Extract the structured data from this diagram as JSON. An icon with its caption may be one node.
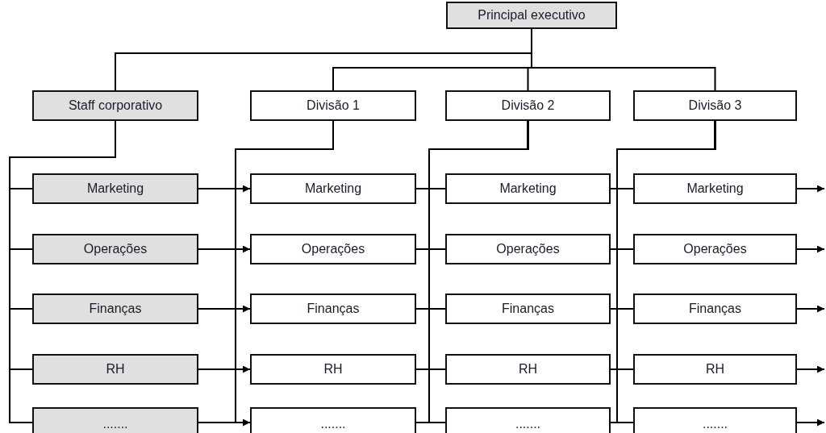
{
  "diagram": {
    "nodes": [
      {
        "text": [
          "Principal executivo"
        ]
      },
      {
        "text": [
          "Staff corporativo"
        ]
      },
      {
        "text": [
          "Divisão 1"
        ]
      },
      {
        "text": [
          "Divisão 2"
        ]
      },
      {
        "text": [
          "Divisão 3"
        ]
      },
      {
        "text": [
          "Marketing"
        ]
      },
      {
        "text": [
          "Operações"
        ]
      },
      {
        "text": [
          "Finanças"
        ]
      },
      {
        "text": [
          "RH"
        ]
      },
      {
        "text": [
          "......."
        ]
      },
      {
        "text": [
          "Marketing"
        ]
      },
      {
        "text": [
          "Operações"
        ]
      },
      {
        "text": [
          "Finanças"
        ]
      },
      {
        "text": [
          "RH"
        ]
      },
      {
        "text": [
          "......."
        ]
      },
      {
        "text": [
          "Marketing"
        ]
      },
      {
        "text": [
          "Operações"
        ]
      },
      {
        "text": [
          "Finanças"
        ]
      },
      {
        "text": [
          "RH"
        ]
      },
      {
        "text": [
          "......."
        ]
      },
      {
        "text": [
          "Marketing"
        ]
      },
      {
        "text": [
          "Operações"
        ]
      },
      {
        "text": [
          "Finanças"
        ]
      },
      {
        "text": [
          "RH"
        ]
      },
      {
        "text": [
          "......."
        ]
      }
    ],
    "edges": [
      {
        "from": 0,
        "to": 1,
        "arrow": "none"
      },
      {
        "from": 0,
        "to": 2,
        "arrow": "none"
      },
      {
        "from": 0,
        "to": 3,
        "arrow": "none"
      },
      {
        "from": 0,
        "to": 4,
        "arrow": "none"
      },
      {
        "from": 1,
        "to": 5,
        "arrow": "none"
      },
      {
        "from": 1,
        "to": 6,
        "arrow": "none"
      },
      {
        "from": 1,
        "to": 7,
        "arrow": "none"
      },
      {
        "from": 1,
        "to": 8,
        "arrow": "none"
      },
      {
        "from": 1,
        "to": 9,
        "arrow": "none"
      },
      {
        "from": 2,
        "to": 10,
        "arrow": "none"
      },
      {
        "from": 2,
        "to": 11,
        "arrow": "none"
      },
      {
        "from": 2,
        "to": 12,
        "arrow": "none"
      },
      {
        "from": 2,
        "to": 13,
        "arrow": "none"
      },
      {
        "from": 2,
        "to": 14,
        "arrow": "none"
      },
      {
        "from": 3,
        "to": 15,
        "arrow": "none"
      },
      {
        "from": 3,
        "to": 16,
        "arrow": "none"
      },
      {
        "from": 3,
        "to": 17,
        "arrow": "none"
      },
      {
        "from": 3,
        "to": 18,
        "arrow": "none"
      },
      {
        "from": 3,
        "to": 19,
        "arrow": "none"
      },
      {
        "from": 4,
        "to": 20,
        "arrow": "none"
      },
      {
        "from": 4,
        "to": 21,
        "arrow": "none"
      },
      {
        "from": 4,
        "to": 22,
        "arrow": "none"
      },
      {
        "from": 4,
        "to": 23,
        "arrow": "none"
      },
      {
        "from": 4,
        "to": 24,
        "arrow": "none"
      },
      {
        "from": 5,
        "to": 10,
        "arrow": "to"
      },
      {
        "from": 6,
        "to": 11,
        "arrow": "to"
      },
      {
        "from": 7,
        "to": 12,
        "arrow": "to"
      },
      {
        "from": 8,
        "to": 13,
        "arrow": "to"
      },
      {
        "from": 9,
        "to": 14,
        "arrow": "to"
      },
      {
        "from": 10,
        "to": 15,
        "arrow": "none"
      },
      {
        "from": 11,
        "to": 16,
        "arrow": "none"
      },
      {
        "from": 12,
        "to": 17,
        "arrow": "none"
      },
      {
        "from": 13,
        "to": 18,
        "arrow": "none"
      },
      {
        "from": 14,
        "to": 19,
        "arrow": "none"
      },
      {
        "from": 15,
        "to": 20,
        "arrow": "none"
      },
      {
        "from": 16,
        "to": 21,
        "arrow": "none"
      },
      {
        "from": 17,
        "to": 22,
        "arrow": "none"
      },
      {
        "from": 18,
        "to": 23,
        "arrow": "none"
      },
      {
        "from": 19,
        "to": 24,
        "arrow": "none"
      },
      {
        "from": 20,
        "to": null,
        "arrow": "to"
      },
      {
        "from": 21,
        "to": null,
        "arrow": "to"
      },
      {
        "from": 22,
        "to": null,
        "arrow": "to"
      },
      {
        "from": 23,
        "to": null,
        "arrow": "to"
      },
      {
        "from": 24,
        "to": null,
        "arrow": "to"
      }
    ]
  }
}
